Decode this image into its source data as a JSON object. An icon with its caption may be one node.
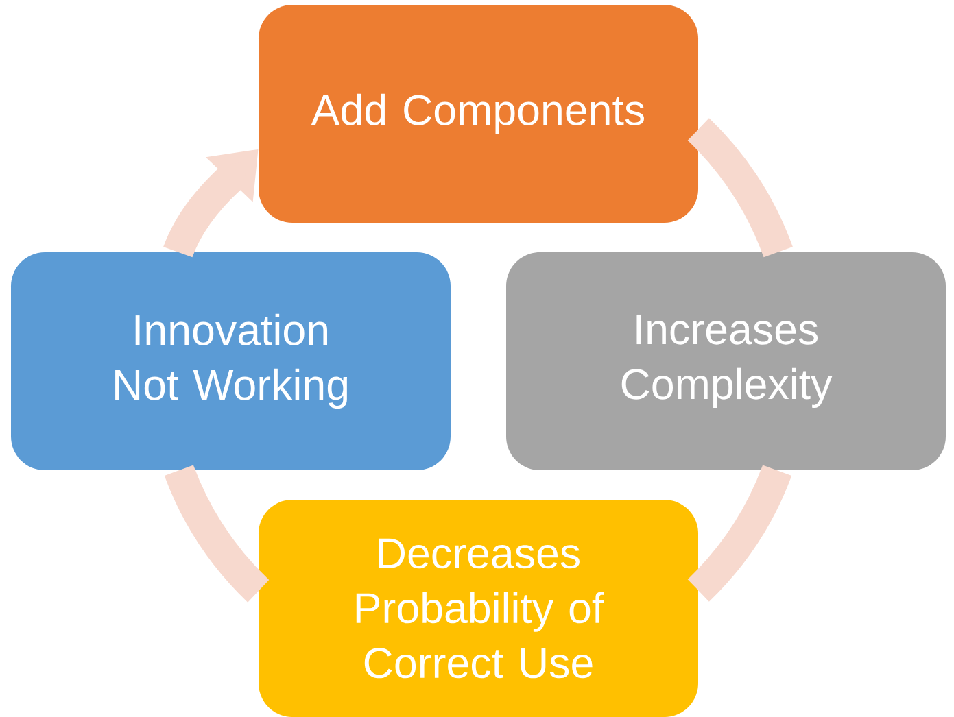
{
  "diagram": {
    "nodes": [
      {
        "text": [
          "Add Components"
        ]
      },
      {
        "text": [
          "Increases Complexity"
        ]
      },
      {
        "text": [
          "Decreases Probability of Correct Use"
        ]
      },
      {
        "text": [
          "Innovation Not Working"
        ]
      }
    ],
    "edges": [
      {
        "from": 0,
        "to": 1,
        "arrow": "none"
      },
      {
        "from": 1,
        "to": 2,
        "arrow": "none"
      },
      {
        "from": 2,
        "to": 3,
        "arrow": "none"
      },
      {
        "from": 3,
        "to": 0,
        "arrow": "to"
      }
    ]
  }
}
